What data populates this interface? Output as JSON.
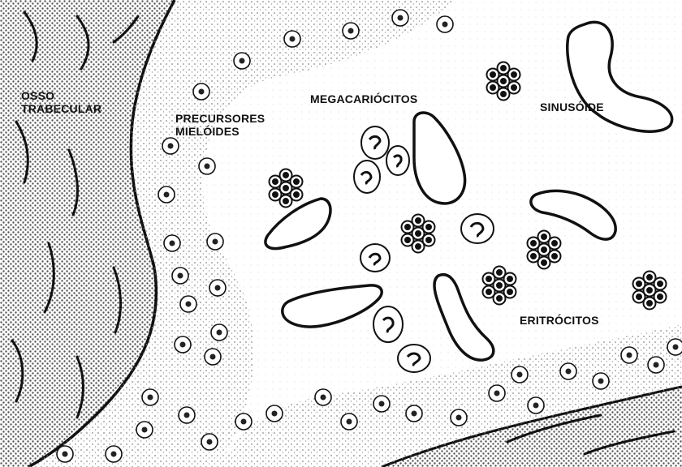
{
  "labels": {
    "osso_trabecular": [
      "OSSO",
      "TRABECULAR"
    ],
    "precursores_mieloides": [
      "PRECURSORES",
      "MIELÓIDES"
    ],
    "megacariocitos": "MEGACARIÓCITOS",
    "sinusoide": "SINUSÓIDE",
    "eritrocitos": "ERITRÓCITOS"
  },
  "colors": {
    "ink": "#111111",
    "bone_stipple": "#555555",
    "marrow_stipple": "#9a9a9a",
    "background": "#ffffff"
  }
}
